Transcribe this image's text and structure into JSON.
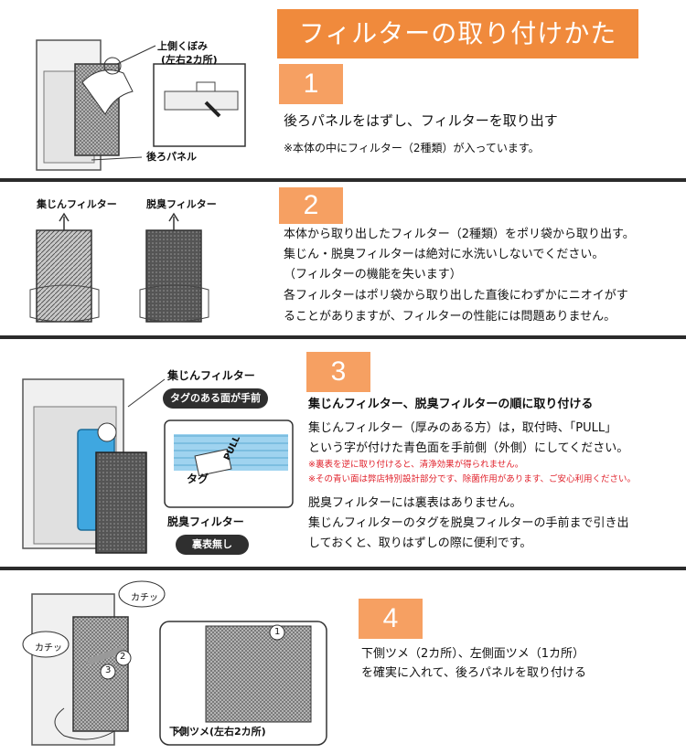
{
  "title": "フィルターの取り付けかた",
  "steps": [
    {
      "number": "1",
      "lines": [
        "後ろパネルをはずし、フィルターを取り出す"
      ],
      "note": "※本体の中にフィルター（2種類）が入っています。",
      "image_labels": {
        "recess": "上側くぼみ",
        "recess_sub": "(左右2カ所)",
        "panel": "後ろパネル"
      }
    },
    {
      "number": "2",
      "lines": [
        "本体から取り出したフィルター（2種類）をポリ袋から取り出す。",
        "集じん・脱臭フィルターは絶対に水洗いしないでください。",
        "（フィルターの機能を失います）",
        "各フィルターはポリ袋から取り出した直後にわずかにニオイがす",
        "ることがありますが、フィルターの性能には問題ありません。"
      ],
      "image_labels": {
        "dust": "集じんフィルター",
        "deodor": "脱臭フィルター"
      }
    },
    {
      "number": "3",
      "heading": "集じんフィルター、脱臭フィルターの順に取り付ける",
      "lines_a": [
        "集じんフィルター（厚みのある方）は，取付時、「PULL」",
        "という字が付けた青色面を手前側（外側）にしてください。"
      ],
      "red_notes": [
        "※裏表を逆に取り付けると、清浄効果が得られません。",
        "※その青い面は弊店特別設計部分です、除菌作用があります、ご安心利用ください。"
      ],
      "lines_b": [
        "脱臭フィルターには裏表はありません。",
        "集じんフィルターのタグを脱臭フィルターの手前まで引き出",
        "しておくと、取りはずしの際に便利です。"
      ],
      "image_labels": {
        "dust": "集じんフィルター",
        "tag_front": "タグのある面が手前",
        "deodor": "脱臭フィルター",
        "no_side": "裏表無し",
        "tag": "タグ",
        "pull": "PULL"
      }
    },
    {
      "number": "4",
      "lines": [
        "下側ツメ（2カ所）、左側面ツメ（1カ所）",
        "を確実に入れて、後ろパネルを取り付ける"
      ],
      "image_labels": {
        "click1": "カチッ",
        "click2": "カチッ",
        "bottom_claw": "下側ツメ(左右2カ所)",
        "n1": "1",
        "n2": "2",
        "n3": "3"
      }
    }
  ],
  "colors": {
    "banner": "#f08a3c",
    "step_box": "#f6a062",
    "red_note": "#e0212b",
    "filter_blue": "#3fa7e0"
  }
}
